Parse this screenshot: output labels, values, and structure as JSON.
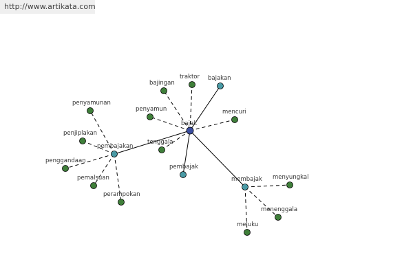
{
  "source_link": "http://www.artikata.com",
  "colors": {
    "center": "#3b4ea0",
    "hub": "#4a9aa5",
    "leaf": "#3f7f3a",
    "edge": "#000000",
    "label": "#333333"
  },
  "graph": {
    "nodes": [
      {
        "id": "bajak",
        "label": "bajak",
        "kind": "center"
      },
      {
        "id": "pembajakan",
        "label": "pembajakan",
        "kind": "hub"
      },
      {
        "id": "membajak",
        "label": "membajak",
        "kind": "hub"
      },
      {
        "id": "pembajak",
        "label": "pembajak",
        "kind": "hub"
      },
      {
        "id": "bajakan",
        "label": "bajakan",
        "kind": "hub"
      },
      {
        "id": "traktor",
        "label": "traktor",
        "kind": "leaf"
      },
      {
        "id": "bajingan",
        "label": "bajingan",
        "kind": "leaf"
      },
      {
        "id": "penyamun",
        "label": "penyamun",
        "kind": "leaf"
      },
      {
        "id": "mencuri",
        "label": "mencuri",
        "kind": "leaf"
      },
      {
        "id": "tenggala",
        "label": "tenggala",
        "kind": "leaf"
      },
      {
        "id": "penyamunan",
        "label": "penyamunan",
        "kind": "leaf"
      },
      {
        "id": "penjiplakan",
        "label": "penjiplakan",
        "kind": "leaf"
      },
      {
        "id": "penggandaan",
        "label": "penggandaan",
        "kind": "leaf"
      },
      {
        "id": "pemalsuan",
        "label": "pemalsuan",
        "kind": "leaf"
      },
      {
        "id": "perampokan",
        "label": "perampokan",
        "kind": "leaf"
      },
      {
        "id": "menyungkal",
        "label": "menyungkal",
        "kind": "leaf"
      },
      {
        "id": "menenggala",
        "label": "menenggala",
        "kind": "leaf"
      },
      {
        "id": "meluku",
        "label": "meluku",
        "kind": "leaf"
      }
    ],
    "edges": [
      {
        "from": "bajak",
        "to": "bajakan",
        "style": "solid"
      },
      {
        "from": "bajak",
        "to": "pembajakan",
        "style": "solid"
      },
      {
        "from": "bajak",
        "to": "membajak",
        "style": "solid"
      },
      {
        "from": "bajak",
        "to": "pembajak",
        "style": "solid"
      },
      {
        "from": "bajak",
        "to": "traktor",
        "style": "dashed"
      },
      {
        "from": "bajak",
        "to": "bajingan",
        "style": "dashed"
      },
      {
        "from": "bajak",
        "to": "penyamun",
        "style": "dashed"
      },
      {
        "from": "bajak",
        "to": "mencuri",
        "style": "dashed"
      },
      {
        "from": "bajak",
        "to": "tenggala",
        "style": "dashed"
      },
      {
        "from": "pembajakan",
        "to": "penyamunan",
        "style": "dashed"
      },
      {
        "from": "pembajakan",
        "to": "penjiplakan",
        "style": "dashed"
      },
      {
        "from": "pembajakan",
        "to": "penggandaan",
        "style": "dashed"
      },
      {
        "from": "pembajakan",
        "to": "pemalsuan",
        "style": "dashed"
      },
      {
        "from": "pembajakan",
        "to": "perampokan",
        "style": "dashed"
      },
      {
        "from": "membajak",
        "to": "menyungkal",
        "style": "dashed"
      },
      {
        "from": "membajak",
        "to": "menenggala",
        "style": "dashed"
      },
      {
        "from": "membajak",
        "to": "meluku",
        "style": "dashed"
      }
    ]
  }
}
